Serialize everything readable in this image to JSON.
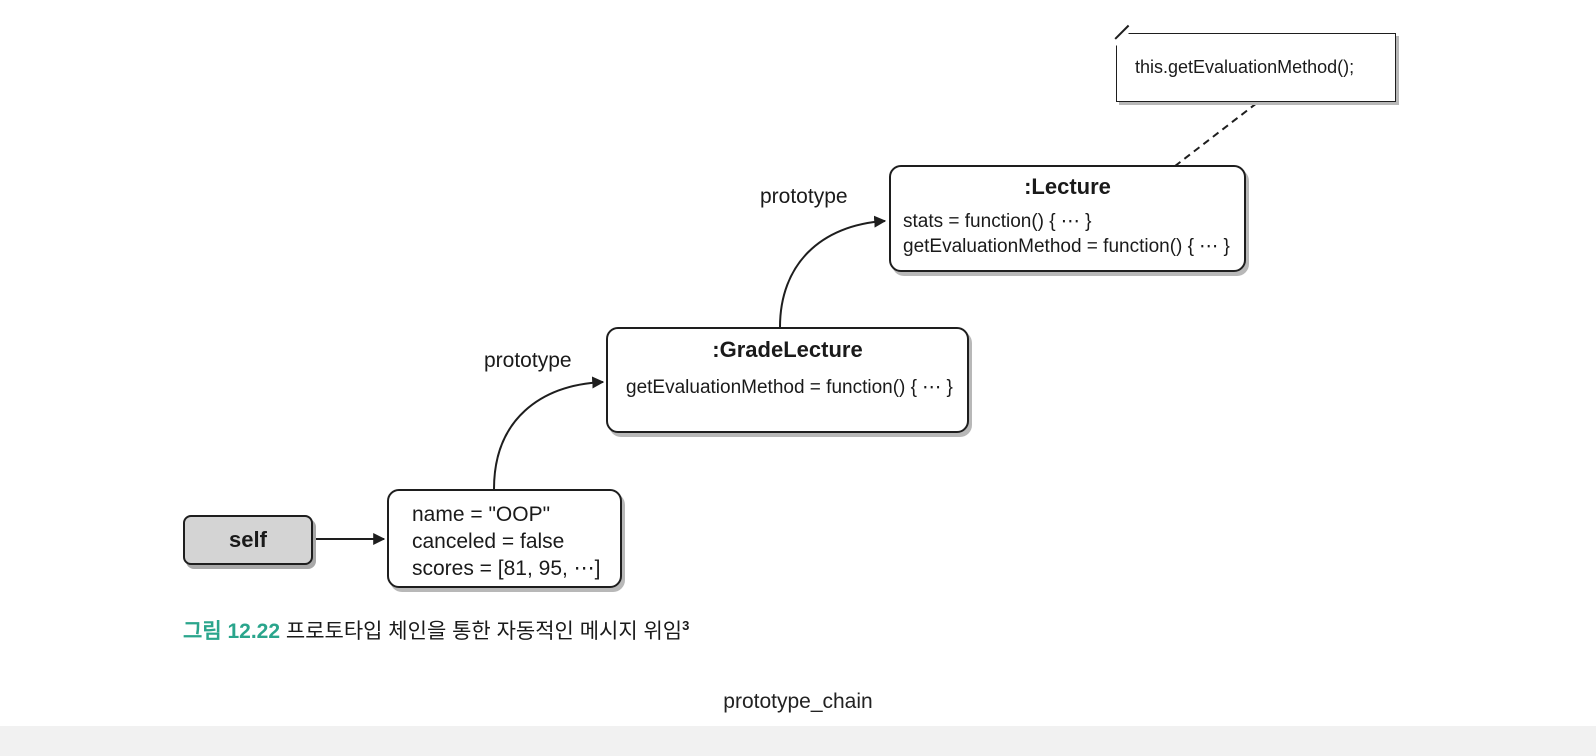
{
  "self": {
    "label": "self"
  },
  "instance": {
    "lines": [
      "name = \"OOP\"",
      "canceled = false",
      "scores = [81, 95, ⋯]"
    ]
  },
  "grade_lecture": {
    "title": ":GradeLecture",
    "lines": [
      "getEvaluationMethod = function() { ⋯ }"
    ]
  },
  "lecture": {
    "title": ":Lecture",
    "lines": [
      "stats = function() { ⋯ }",
      "getEvaluationMethod = function() { ⋯ }"
    ]
  },
  "note": {
    "text": "this.getEvaluationMethod();"
  },
  "links": {
    "prototype_1": "prototype",
    "prototype_2": "prototype"
  },
  "caption": {
    "figure_number": "그림 12.22",
    "text": "프로토타입 체인을 통한 자동적인 메시지 위임",
    "footnote": "3"
  },
  "bottom_title": "prototype_chain",
  "colors": {
    "figure_number": "#2aa58c",
    "self_fill": "#d4d4d4",
    "stroke": "#1e1e1e",
    "footer_band": "#f1f1f1"
  }
}
